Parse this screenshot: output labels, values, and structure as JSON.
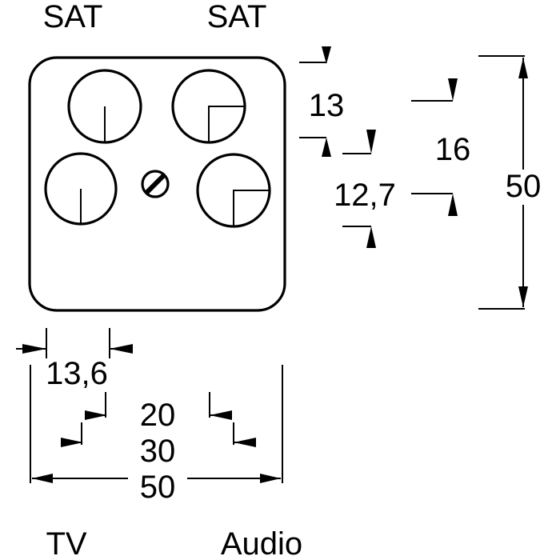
{
  "labels": {
    "sat_left": "SAT",
    "sat_right": "SAT",
    "tv": "TV",
    "audio": "Audio"
  },
  "dimensions": {
    "dim_13": "13",
    "dim_16": "16",
    "dim_12_7": "12,7",
    "dim_50_vertical": "50",
    "dim_13_6": "13,6",
    "dim_20": "20",
    "dim_30": "30",
    "dim_50_horizontal": "50"
  },
  "colors": {
    "line": "#000000",
    "background": "#ffffff"
  }
}
